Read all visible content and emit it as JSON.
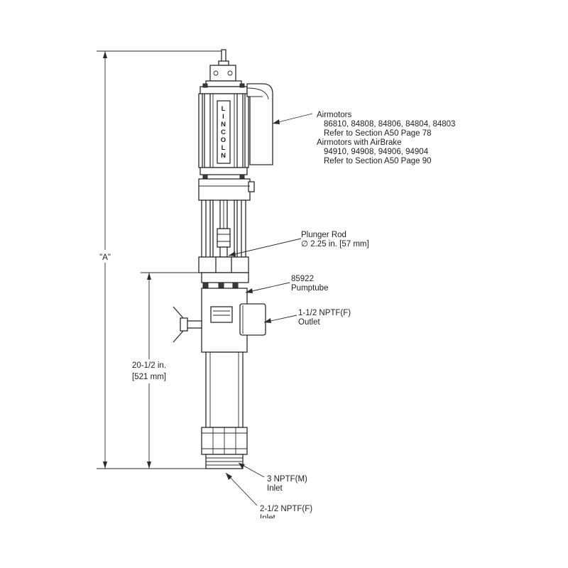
{
  "brand_text": "LINCOLN",
  "dimension_overall": "\"A\"",
  "dimension_pumptube": {
    "line1": "20-1/2 in.",
    "line2": "[521 mm]"
  },
  "callouts": {
    "airmotors": {
      "title": "Airmotors",
      "models": "86810, 84808, 84806, 84804, 84803",
      "reference": "Refer to Section A50 Page 78"
    },
    "airmotors_airbrake": {
      "title": "Airmotors with AirBrake",
      "models": "94910, 94908, 94906, 94904",
      "reference": "Refer to Section A50 Page 90"
    },
    "plunger_rod": {
      "title": "Plunger Rod",
      "size": "∅ 2.25 in. [57 mm]"
    },
    "pumptube": {
      "part": "85922",
      "title": "Pumptube"
    },
    "outlet": {
      "size": "1-1/2 NPTF(F)",
      "title": "Outlet"
    },
    "inlet_male": {
      "size": "3 NPTF(M)",
      "title": "Inlet"
    },
    "inlet_female": {
      "size": "2-1/2 NPTF(F)",
      "title": "Inlet"
    }
  }
}
